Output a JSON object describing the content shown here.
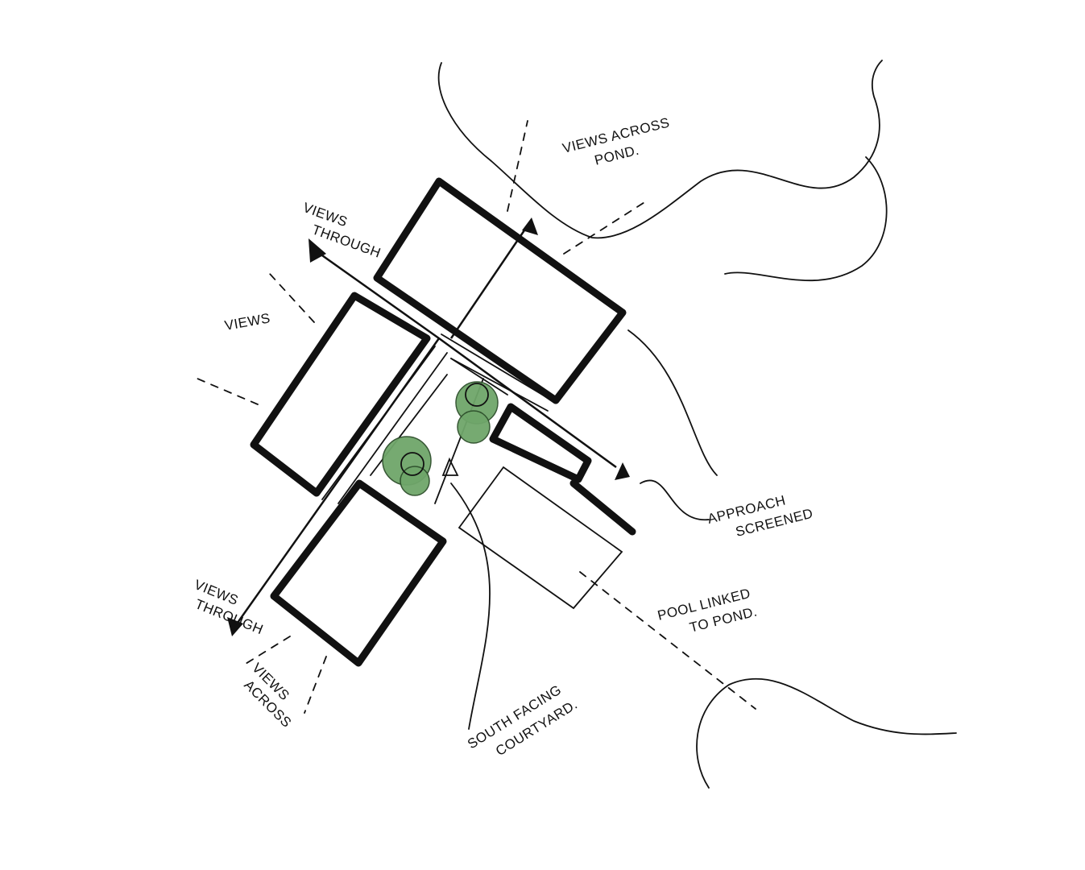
{
  "labels": {
    "views_across_pond": [
      "Views Across",
      "Pond."
    ],
    "views_through_top": [
      "Views",
      "Through"
    ],
    "views_left": "Views",
    "approach_screened": [
      "Approach",
      "Screened"
    ],
    "pool_linked": [
      "Pool Linked",
      "to Pond."
    ],
    "views_through_bottom": [
      "Views",
      "Through"
    ],
    "views_across_bottom": [
      "Views",
      "Across"
    ],
    "south_facing": [
      "South Facing",
      "Courtyard."
    ]
  },
  "colors": {
    "ink": "#111111",
    "trees": "#6fa66a"
  }
}
